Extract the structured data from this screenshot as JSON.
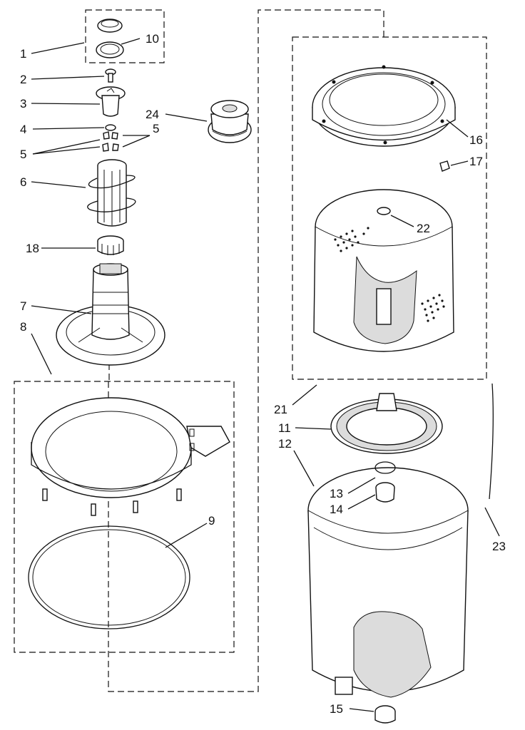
{
  "diagram": {
    "callouts": [
      {
        "id": "1",
        "text": "1"
      },
      {
        "id": "10",
        "text": "10"
      },
      {
        "id": "2",
        "text": "2"
      },
      {
        "id": "3",
        "text": "3"
      },
      {
        "id": "24",
        "text": "24"
      },
      {
        "id": "4",
        "text": "4"
      },
      {
        "id": "5a",
        "text": "5"
      },
      {
        "id": "5b",
        "text": "5"
      },
      {
        "id": "6",
        "text": "6"
      },
      {
        "id": "18",
        "text": "18"
      },
      {
        "id": "7",
        "text": "7"
      },
      {
        "id": "8",
        "text": "8"
      },
      {
        "id": "9",
        "text": "9"
      },
      {
        "id": "16",
        "text": "16"
      },
      {
        "id": "17",
        "text": "17"
      },
      {
        "id": "22",
        "text": "22"
      },
      {
        "id": "21",
        "text": "21"
      },
      {
        "id": "11",
        "text": "11"
      },
      {
        "id": "12",
        "text": "12"
      },
      {
        "id": "13",
        "text": "13"
      },
      {
        "id": "14",
        "text": "14"
      },
      {
        "id": "23",
        "text": "23"
      },
      {
        "id": "15",
        "text": "15"
      }
    ]
  }
}
